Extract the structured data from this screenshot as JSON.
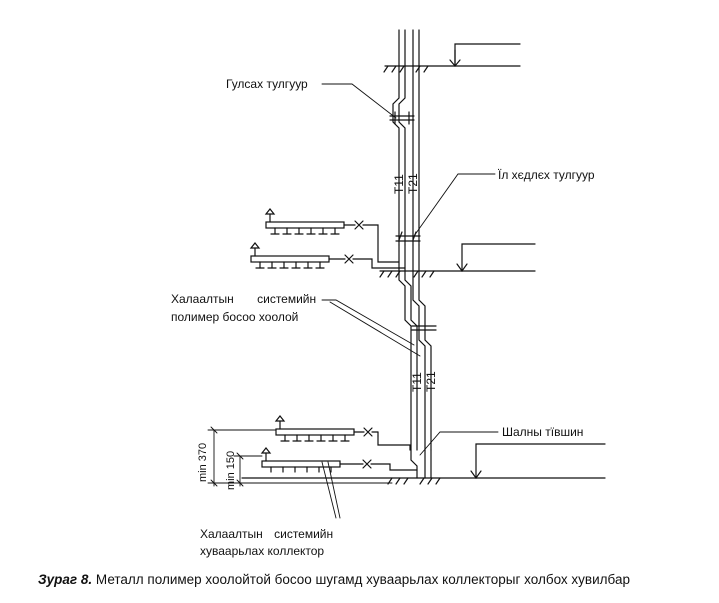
{
  "labels": {
    "sliding_support": "Гулсах тулгуур",
    "fixed_support": "Їл хєдлєх тулгуур",
    "pipe_line1": "Халаалтын     системийн",
    "pipe_line2": "полимер босоо хоолой",
    "floor_level": "Шалны тївшин",
    "collector_line1": "Халаалтын     системийн",
    "collector_line2": "хуваарьлах коллектор"
  },
  "riser_marks": {
    "supply": "Т11",
    "return": "Т21"
  },
  "dimensions": {
    "min_370": "min 370",
    "min_150": "min 150"
  },
  "caption": {
    "figure": "Зураг 8.",
    "text": "Металл полимер хоолойтой босоо шугамд хуваарьлах коллекторыг холбох хувилбар"
  }
}
